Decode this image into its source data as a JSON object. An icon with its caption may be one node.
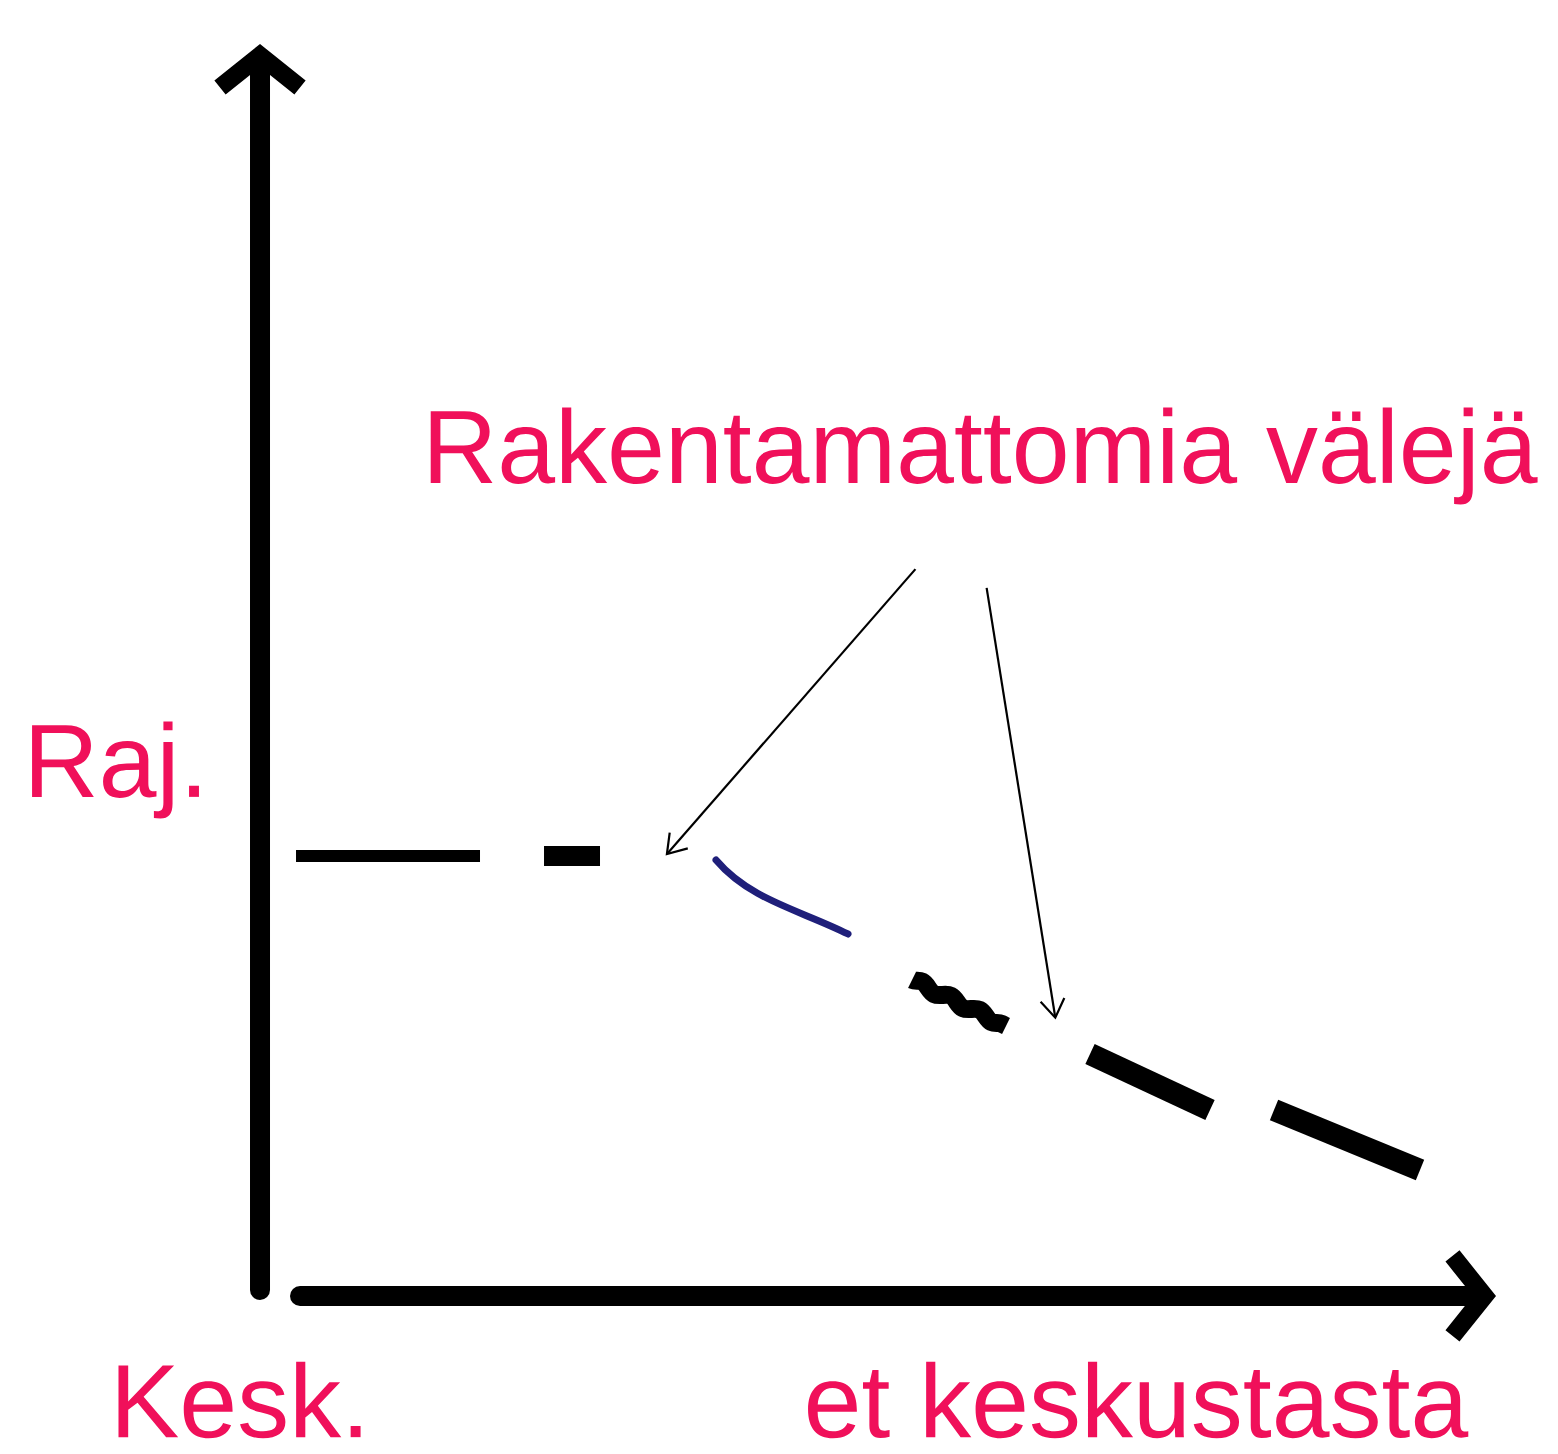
{
  "diagram": {
    "nodes": [
      {
        "text": [
          "Rakentamattomia välejä"
        ]
      },
      {
        "text": [],
        "shape": "curve"
      },
      {
        "text": [],
        "shape": "line"
      }
    ],
    "edges": [
      {
        "from": 0,
        "to": 1,
        "arrow": "to"
      },
      {
        "from": 0,
        "to": 2,
        "arrow": "to"
      }
    ],
    "labels": [
      "Raj.",
      "Kesk.",
      "et keskustasta"
    ]
  }
}
